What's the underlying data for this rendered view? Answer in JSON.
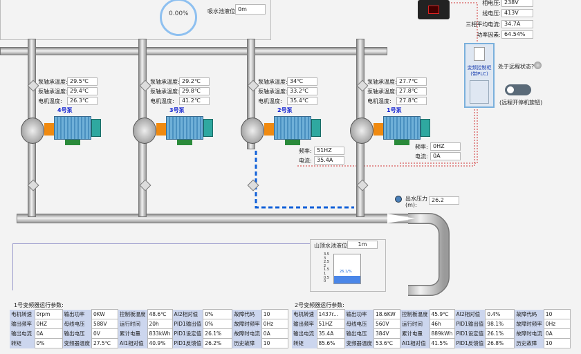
{
  "tank": {
    "percent": "0.00%",
    "level_label": "吸水池液位:",
    "level_value": "0m"
  },
  "power_meter": {
    "rows": [
      {
        "label": "相电压:",
        "value": "238V"
      },
      {
        "label": "线电压:",
        "value": "413V"
      },
      {
        "label": "三相平均电流:",
        "value": "34.7A"
      },
      {
        "label": "功率因素:",
        "value": "64.54%"
      }
    ]
  },
  "plc": {
    "label": "变频控制柜\n(带PLC)",
    "remote_label": "处于远程状态?",
    "switch_label": "(远程开停机旋钮)"
  },
  "pumps": [
    {
      "name": "4号泵",
      "rows": [
        {
          "label": "泵轴承温度:",
          "value": "29.5℃"
        },
        {
          "label": "泵轴承温度:",
          "value": "29.4℃"
        },
        {
          "label": "电机温度:",
          "value": "26.3℃"
        }
      ]
    },
    {
      "name": "3号泵",
      "rows": [
        {
          "label": "泵轴承温度:",
          "value": "29.2℃"
        },
        {
          "label": "泵轴承温度:",
          "value": "29.8℃"
        },
        {
          "label": "电机温度:",
          "value": "41.2℃"
        }
      ]
    },
    {
      "name": "2号泵",
      "rows": [
        {
          "label": "泵轴承温度:",
          "value": "34℃"
        },
        {
          "label": "泵轴承温度:",
          "value": "33.2℃"
        },
        {
          "label": "电机温度:",
          "value": "35.4℃"
        }
      ]
    },
    {
      "name": "1号泵",
      "rows": [
        {
          "label": "泵轴承温度:",
          "value": "27.7℃"
        },
        {
          "label": "泵轴承温度:",
          "value": "27.8℃"
        },
        {
          "label": "电机温度:",
          "value": "27.8℃"
        }
      ]
    }
  ],
  "vfd_readouts": [
    {
      "freq_label": "频率:",
      "freq": "51HZ",
      "cur_label": "电流:",
      "cur": "35.4A"
    },
    {
      "freq_label": "频率:",
      "freq": "0HZ",
      "cur_label": "电流:",
      "cur": "0A"
    }
  ],
  "outlet": {
    "label": "出水压力\n(m):",
    "value": "26.2"
  },
  "top_tank": {
    "label": "山顶水池液位:",
    "value": "1m",
    "fill_fraction": 0.26,
    "bar_label": "26.1/%",
    "y_ticks": [
      "3.5",
      "3",
      "2.5",
      "2",
      "1.5",
      "1",
      "0.5",
      "0"
    ]
  },
  "vfd1": {
    "title": "1号变频器运行参数:",
    "rows": [
      [
        [
          "电机转速",
          "0rpm"
        ],
        [
          "输出功率",
          "0KW"
        ],
        [
          "控制板温度",
          "48.6℃"
        ],
        [
          "AI2相对值",
          "0%"
        ],
        [
          "故障代码",
          "10"
        ]
      ],
      [
        [
          "输出频率",
          "0HZ"
        ],
        [
          "母线电压",
          "588V"
        ],
        [
          "运行时间",
          "20h"
        ],
        [
          "PID1输出值",
          "0%"
        ],
        [
          "故障时频率",
          "0Hz"
        ]
      ],
      [
        [
          "输出电流",
          "0A"
        ],
        [
          "输出电压",
          "0V"
        ],
        [
          "累计电量",
          "833kWh"
        ],
        [
          "PID1设定值",
          "26.1%"
        ],
        [
          "故障时电流",
          "0A"
        ]
      ],
      [
        [
          "转矩",
          "0%"
        ],
        [
          "变频器温度",
          "27.5℃"
        ],
        [
          "AI1相对值",
          "40.9%"
        ],
        [
          "PID1反馈值",
          "26.2%"
        ],
        [
          "历史故障",
          "10"
        ]
      ]
    ]
  },
  "vfd2": {
    "title": "2号变频器运行参数:",
    "rows": [
      [
        [
          "电机转速",
          "1437r..."
        ],
        [
          "输出功率",
          "18.6KW"
        ],
        [
          "控制板温度",
          "45.9℃"
        ],
        [
          "AI2相对值",
          "0.4%"
        ],
        [
          "故障代码",
          "10"
        ]
      ],
      [
        [
          "输出频率",
          "51HZ"
        ],
        [
          "母线电压",
          "560V"
        ],
        [
          "运行时间",
          "46h"
        ],
        [
          "PID1输出值",
          "98.1%"
        ],
        [
          "故障时频率",
          "0Hz"
        ]
      ],
      [
        [
          "输出电流",
          "35.4A"
        ],
        [
          "输出电压",
          "384V"
        ],
        [
          "累计电量",
          "889kWh"
        ],
        [
          "PID1设定值",
          "26.1%"
        ],
        [
          "故障时电流",
          "0A"
        ]
      ],
      [
        [
          "转矩",
          "85.6%"
        ],
        [
          "变频器温度",
          "53.6℃"
        ],
        [
          "AI1相对值",
          "41.5%"
        ],
        [
          "PID1反馈值",
          "26.8%"
        ],
        [
          "历史故障",
          "10"
        ]
      ]
    ]
  },
  "colors": {
    "accent_blue": "#1060d8",
    "pump_blue": "#6fb0d8",
    "pump_teal": "#2fa8a0",
    "alarm_red": "#d03030",
    "fill_blue": "#4a86e8"
  }
}
